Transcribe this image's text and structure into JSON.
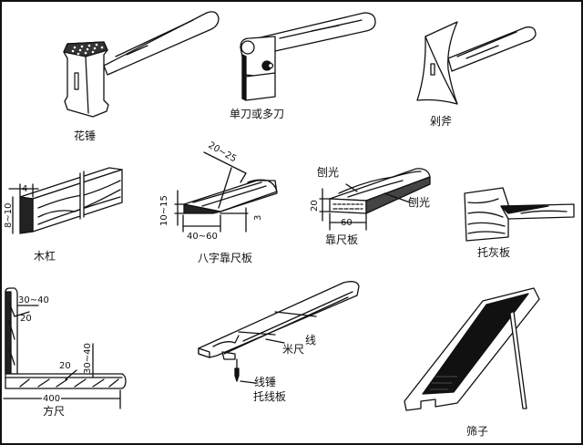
{
  "figure": {
    "tools": [
      {
        "id": "patterned-hammer",
        "label": "花锤"
      },
      {
        "id": "single-or-multi-blade",
        "label": "单刀或多刀"
      },
      {
        "id": "chopping-axe",
        "label": "剁斧"
      },
      {
        "id": "wooden-bar",
        "label": "木杠",
        "dims": {
          "width": "4",
          "height": "8~10"
        }
      },
      {
        "id": "splayed-straightedge",
        "label": "八字靠尺板",
        "dims": {
          "bevel": "20~25",
          "height": "10~15",
          "width": "40~60",
          "edge": "3"
        }
      },
      {
        "id": "straightedge-board",
        "label": "靠尺板",
        "dims": {
          "height": "20",
          "width": "60"
        },
        "notes": [
          "刨光",
          "刨光"
        ]
      },
      {
        "id": "hawk",
        "label": "托灰板"
      },
      {
        "id": "square",
        "label": "方尺",
        "dims": {
          "vertical_width": "30~40",
          "vertical_thickness": "20",
          "horizontal_thickness": "20",
          "horizontal_width": "30~40",
          "length": "400"
        }
      },
      {
        "id": "plumb-board",
        "label": "托线板",
        "notes": [
          "线",
          "米尺",
          "线锤"
        ]
      },
      {
        "id": "sieve",
        "label": "筛子"
      }
    ]
  }
}
